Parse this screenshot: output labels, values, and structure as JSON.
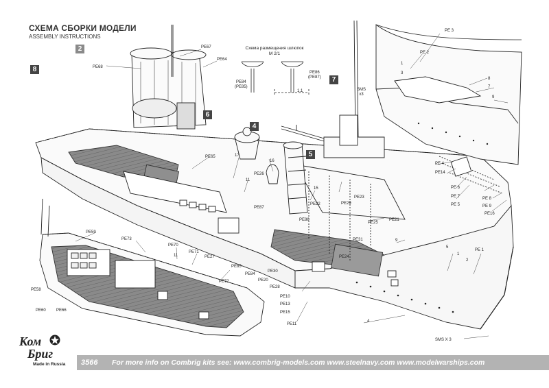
{
  "header": {
    "title_ru": "СХЕМА СБОРКИ МОДЕЛИ",
    "title_en": "ASSEMBLY INSTRUCTIONS"
  },
  "steps": {
    "s2": "2",
    "s4": "4",
    "s5": "5",
    "s6": "6",
    "s7": "7",
    "s8": "8"
  },
  "boat_scheme": {
    "title_line1": "Схема размещения шлюпок",
    "title_line2": "М 2/1",
    "dim": "1,1"
  },
  "labels": {
    "pe3": "PE 3",
    "pe2": "PE 2",
    "pe67": "PE67",
    "pe64": "PE64",
    "pe68": "PE68",
    "pe84_85": "PE84\n(PE85)",
    "pe86_87": "PE86\n(PE87)",
    "sms3a": "SMS\nx3",
    "n1": "1",
    "n3": "3",
    "n8": "8",
    "n7": "7",
    "n9": "9",
    "pe65": "PE65",
    "n17": "17",
    "n11a": "11",
    "pe26": "PE26",
    "n16": "16",
    "pe87": "PE87",
    "pe86": "PE86",
    "pe22": "PE22",
    "n15": "15",
    "pe23": "PE23",
    "pe29": "PE29",
    "pe25": "PE25",
    "pe21": "PE21",
    "pe31": "PE31",
    "pe4": "PE 4",
    "pe14": "PE14",
    "pe6": "PE 6",
    "pe7": "PE 7",
    "pe5": "PE 5",
    "pe8": "PE 8",
    "pe9": "PE 9",
    "pe16": "PE16",
    "pe59": "PE59",
    "pe73": "PE73",
    "pe70": "PE70",
    "pe71": "PE71",
    "n11b": "11",
    "pe27": "PE27",
    "pe85": "PE85",
    "pe84": "PE84",
    "pe30": "PE30",
    "pe20": "PE20",
    "pe28": "PE28",
    "pe72": "PE72",
    "pe24": "PE24",
    "pe10": "PE10",
    "pe13": "PE13",
    "pe15": "PE15",
    "pe11": "PE11",
    "pe58": "PE58",
    "pe60": "PE60",
    "pe66": "PE66",
    "n5": "5",
    "n1b": "1",
    "n2": "2",
    "pe1": "PE 1",
    "n4": "4",
    "n9b": "9",
    "sms3b": "SMS X 3"
  },
  "footer": {
    "number": "3566",
    "text": "For more info on Combrig kits see:  www.combrig-models.com   www.steelnavy.com   www.modelwarships.com"
  },
  "logo": {
    "word1": "Ком",
    "word2": "Бриг",
    "made": "Made in Russia"
  },
  "colors": {
    "ink": "#222222",
    "deck": "#7a7a7a",
    "footer_bar": "#b3b3b3",
    "step_box": "#444444"
  }
}
